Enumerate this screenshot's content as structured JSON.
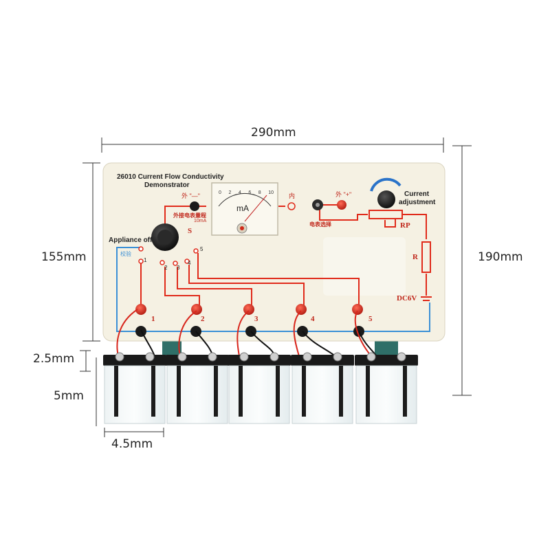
{
  "dimensions": {
    "width": "290mm",
    "height_board": "155mm",
    "height_total": "190mm",
    "gap": "2.5mm",
    "cup_height": "5mm",
    "cup_width": "4.5mm"
  },
  "board": {
    "title_line1": "26010 Current Flow Conductivity",
    "title_line2": "Demonstrator",
    "meter_unit": "mA",
    "meter_scale": [
      "0",
      "2",
      "4",
      "6",
      "8",
      "10"
    ],
    "ext_minus": "外 \"—\"",
    "ext_plus": "外 \"+\"",
    "inner": "内",
    "ext_meter_range": "外接电表量程",
    "range_value": "10mA",
    "meter_select": "电表选择",
    "switch_s": "S",
    "appliance_off": "Appliance off",
    "calibrate": "校验",
    "current_adj_1": "Current",
    "current_adj_2": "adjustment",
    "rp": "RP",
    "r": "R",
    "dc": "DC6V",
    "positions": [
      "1",
      "2",
      "3",
      "4",
      "5"
    ],
    "terminals": [
      "1",
      "2",
      "3",
      "4",
      "5"
    ]
  },
  "colors": {
    "board": "#f5f1e3",
    "wire_red": "#e02a1a",
    "wire_blue": "#3a8fd6",
    "terminal_red": "#d8261c",
    "terminal_black": "#1a1a1a",
    "label_red": "#c0281c"
  }
}
